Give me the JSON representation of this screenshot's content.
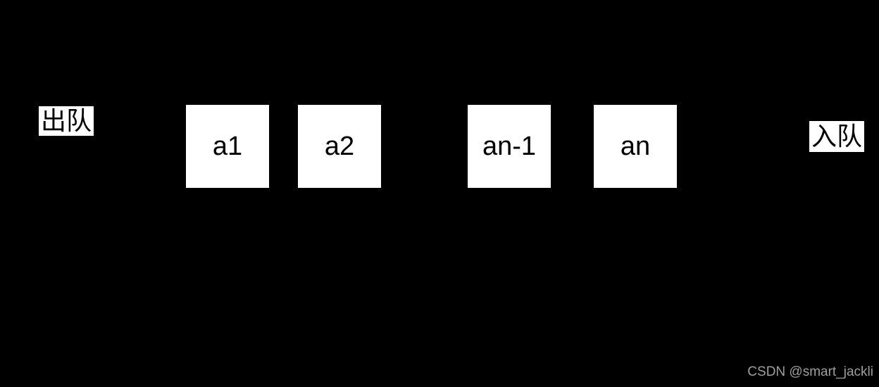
{
  "diagram": {
    "dequeue_label": "出队",
    "enqueue_label": "入队",
    "nodes": [
      {
        "label": "a1"
      },
      {
        "label": "a2"
      },
      {
        "label": "an-1"
      },
      {
        "label": "an"
      }
    ],
    "colors": {
      "background": "#000000",
      "node_fill": "#ffffff",
      "node_text": "#000000",
      "watermark_text": "#9e9e9e"
    }
  },
  "watermark": {
    "text": "CSDN @smart_jackli"
  }
}
